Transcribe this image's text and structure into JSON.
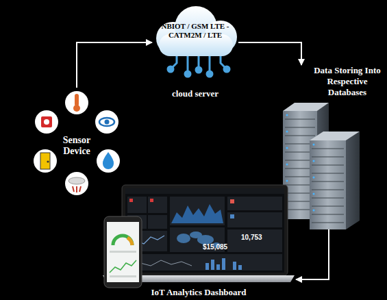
{
  "diagram": {
    "nodes": [
      {
        "text": [
          "NBIOT / GSM LTE - CATM2M / LTE",
          "cloud server"
        ]
      },
      {
        "text": [
          "Sensor Device"
        ]
      },
      {
        "text": [
          "Data Storing Into Respective Databases"
        ]
      },
      {
        "text": [
          "IoT Analytics Dashboard"
        ]
      }
    ],
    "edges": [
      {
        "from": 1,
        "to": 0,
        "arrow": "to"
      },
      {
        "from": 0,
        "to": 2,
        "arrow": "to"
      },
      {
        "from": 2,
        "to": 3,
        "arrow": "to"
      }
    ],
    "labels": [
      "$15,085",
      "10,753"
    ]
  }
}
